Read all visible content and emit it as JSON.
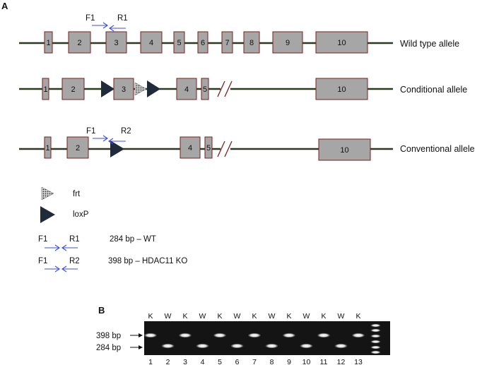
{
  "panels": {
    "a": "A",
    "b": "B"
  },
  "alleles": {
    "wild_type": {
      "label": "Wild type allele",
      "exons": [
        "1",
        "2",
        "3",
        "4",
        "5",
        "6",
        "7",
        "8",
        "9",
        "10"
      ]
    },
    "conditional": {
      "label": "Conditional allele",
      "exons": [
        "1",
        "2",
        "3",
        "4",
        "5",
        "10"
      ]
    },
    "conventional": {
      "label": "Conventional allele",
      "exons": [
        "1",
        "2",
        "4",
        "5",
        "10"
      ]
    }
  },
  "primers": {
    "f1": "F1",
    "r1": "R1",
    "r2": "R2"
  },
  "legend": {
    "frt": "frt",
    "loxp": "loxP",
    "wt_pair": {
      "forward": "F1",
      "reverse": "R1",
      "description": "284 bp – WT"
    },
    "ko_pair": {
      "forward": "F1",
      "reverse": "R2",
      "description": "398 bp – HDAC11 KO"
    }
  },
  "gel": {
    "genotypes": [
      "K",
      "W",
      "K",
      "W",
      "K",
      "W",
      "K",
      "W",
      "K",
      "W",
      "K",
      "W",
      "K"
    ],
    "lanes": [
      "1",
      "2",
      "3",
      "4",
      "5",
      "6",
      "7",
      "8",
      "9",
      "10",
      "11",
      "12",
      "13"
    ],
    "markers": [
      "398 bp",
      "284 bp"
    ],
    "bands": [
      "398",
      "284",
      "398",
      "284",
      "398",
      "284",
      "398",
      "284",
      "398",
      "284",
      "398",
      "284",
      "398"
    ]
  },
  "colors": {
    "exon_fill": "#a6a6a6",
    "exon_border": "#7a1f1f",
    "primer_arrow": "#3b4fd8",
    "loxp": "#1f2a3a",
    "gel": "#141414"
  }
}
